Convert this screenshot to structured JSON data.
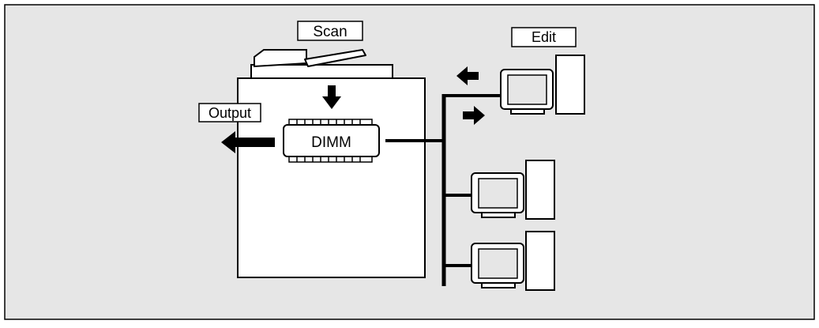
{
  "diagram": {
    "labels": {
      "scan": "Scan",
      "edit": "Edit",
      "output": "Output",
      "dimm": "DIMM"
    },
    "colors": {
      "background": "#e6e6e6",
      "border": "#000000",
      "fill": "#ffffff",
      "monitor_screen": "#e6e6e6"
    },
    "workstation_count": 3
  }
}
